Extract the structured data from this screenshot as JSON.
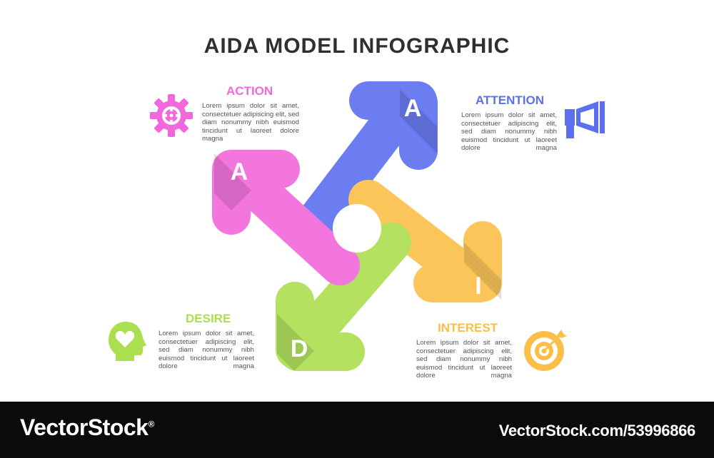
{
  "title": "AIDA MODEL INFOGRAPHIC",
  "colors": {
    "attention": "#5b6ff0",
    "interest": "#fbbf49",
    "desire": "#acdf4f",
    "action": "#f268dc",
    "text": "#555555",
    "title": "#2f2f2f",
    "footer_bg": "#0b0b0b"
  },
  "arrows": {
    "attention": {
      "letter": "A"
    },
    "interest": {
      "letter": "I"
    },
    "desire": {
      "letter": "D"
    },
    "action": {
      "letter": "A"
    }
  },
  "blocks": {
    "attention": {
      "heading": "ATTENTION",
      "body": "Lorem ipsum dolor sit amet, consectetuer adipiscing elit, sed diam nonummy nibh euismod tincidunt ut laoreet dolore magna",
      "icon": "megaphone-icon"
    },
    "interest": {
      "heading": "INTEREST",
      "body": "Lorem ipsum dolor sit amet, consectetuer adipiscing elit, sed diam nonummy nibh euismod tincidunt ut laoreet dolore magna",
      "icon": "target-icon"
    },
    "desire": {
      "heading": "DESIRE",
      "body": "Lorem ipsum dolor sit amet, consectetuer adipiscing elit, sed diam nonummy nibh euismod tincidunt ut laoreet dolore magna",
      "icon": "heart-head-icon"
    },
    "action": {
      "heading": "ACTION",
      "body": "Lorem ipsum dolor sit amet, consectetuer adipiscing elit, sed diam nonummy nibh euismod tincidunt ut laoreet dolore magna",
      "icon": "gear-icon"
    }
  },
  "footer": {
    "brand": "VectorStock",
    "brand_mark": "®",
    "url": "VectorStock.com/53996866"
  }
}
